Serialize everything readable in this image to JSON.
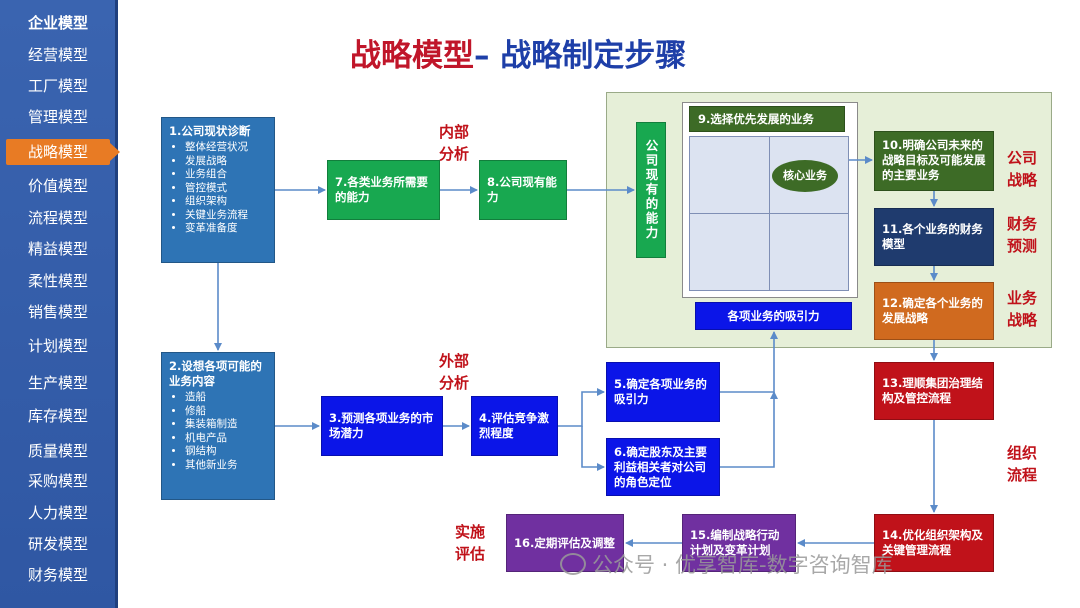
{
  "sidebar": {
    "items": [
      {
        "label": "企业模型"
      },
      {
        "label": "经营模型"
      },
      {
        "label": "工厂模型"
      },
      {
        "label": "管理模型"
      },
      {
        "label": "战略模型"
      },
      {
        "label": "价值模型"
      },
      {
        "label": "流程模型"
      },
      {
        "label": "精益模型"
      },
      {
        "label": "柔性模型"
      },
      {
        "label": "销售模型"
      },
      {
        "label": "计划模型"
      },
      {
        "label": "生产模型"
      },
      {
        "label": "库存模型"
      },
      {
        "label": "质量模型"
      },
      {
        "label": "采购模型"
      },
      {
        "label": "人力模型"
      },
      {
        "label": "研发模型"
      },
      {
        "label": "财务模型"
      }
    ],
    "active_index": 4
  },
  "title": {
    "part1": "战略模型",
    "part2": "– 战略制定步骤"
  },
  "boxes": {
    "b1": {
      "title": "1.公司现状诊断",
      "items": [
        "整体经营状况",
        "发展战略",
        "业务组合",
        "管控模式",
        "组织架构",
        "关键业务流程",
        "变革准备度"
      ]
    },
    "b2": {
      "title": "2.设想各项可能的业务内容",
      "items": [
        "造船",
        "修船",
        "集装箱制造",
        "机电产品",
        "钢结构",
        "其他新业务"
      ]
    },
    "b3": {
      "text": "3.预测各项业务的市场潜力"
    },
    "b4": {
      "text": "4.评估竞争激烈程度"
    },
    "b5": {
      "text": "5.确定各项业务的吸引力"
    },
    "b6": {
      "text": "6.确定股东及主要利益相关者对公司的角色定位"
    },
    "b7": {
      "text": "7.各类业务所需要的能力"
    },
    "b8": {
      "text": "8.公司现有能力"
    },
    "b9": {
      "text": "9.选择优先发展的业务"
    },
    "b10": {
      "text": "10.明确公司未来的战略目标及可能发展的主要业务"
    },
    "b11": {
      "text": "11.各个业务的财务模型"
    },
    "b12": {
      "text": "12.确定各个业务的发展战略"
    },
    "b13": {
      "text": "13.理顺集团治理结构及管控流程"
    },
    "b14": {
      "text": "14.优化组织架构及关键管理流程"
    },
    "b15": {
      "text": "15.编制战略行动计划及变革计划"
    },
    "b16": {
      "text": "16.定期评估及调整"
    },
    "existing_ability": {
      "text": "公司现有的能力"
    },
    "core_business": {
      "text": "核心业务"
    },
    "attractiveness": {
      "text": "各项业务的吸引力"
    }
  },
  "labels": {
    "internal": "内部分析",
    "external": "外部分析",
    "company_strategy": "公司战略",
    "financial_forecast": "财务预测",
    "business_strategy": "业务战略",
    "org_process": "组织流程",
    "implement_eval": "实施评估"
  },
  "watermark": {
    "text": "公众号 · 优享智库-数字咨询智库"
  },
  "colors": {
    "sidebar_bg": "#2f57a3",
    "sidebar_active": "#e87b24",
    "title_red": "#c0162a",
    "title_blue": "#1e3fa8",
    "steel_blue": "#2e74b5",
    "green": "#18a850",
    "dark_green": "#3d6b26",
    "navy": "#1f3b6e",
    "orange": "#d06a1f",
    "dark_red": "#c0121a",
    "blue": "#0b15e8",
    "purple": "#7030a0"
  }
}
